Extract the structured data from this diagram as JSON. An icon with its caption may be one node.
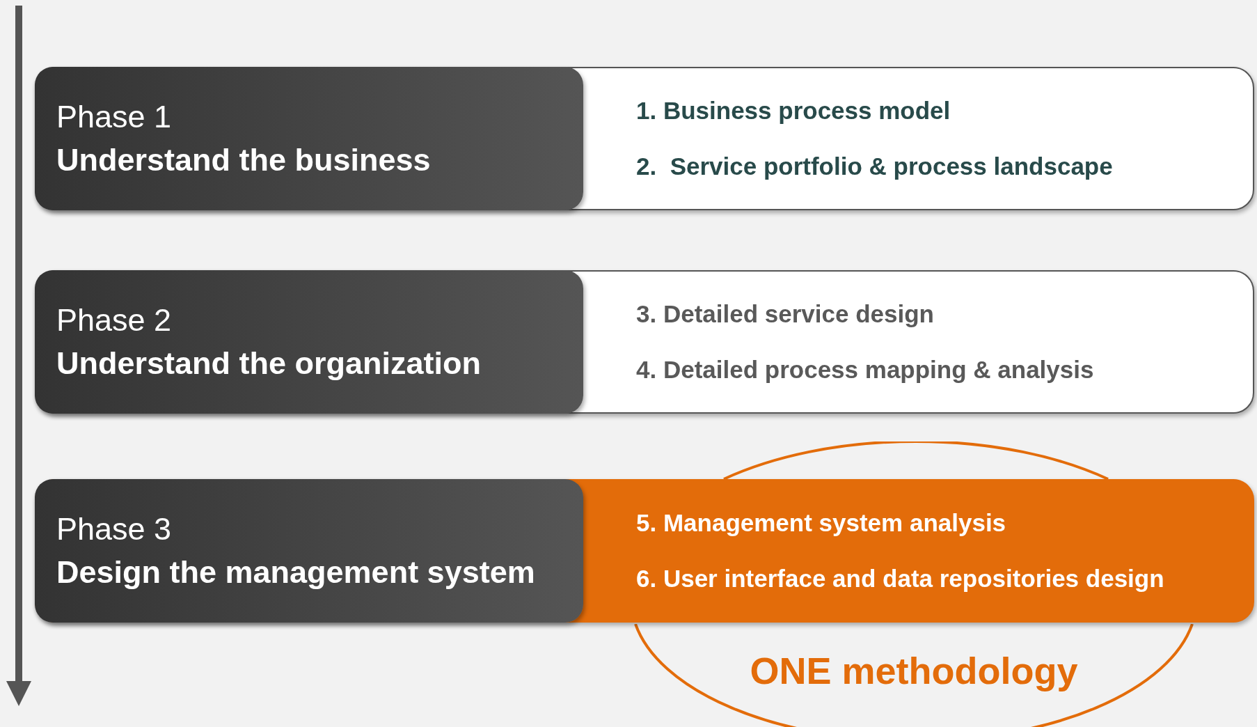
{
  "diagram": {
    "nodes": [
      {
        "text": [
          "1. Business process model",
          "2.  Service portfolio & process landscape"
        ]
      },
      {
        "text": [
          "Phase 1",
          "Understand the business"
        ],
        "in": 0
      },
      {
        "text": [
          "3. Detailed service design",
          "4. Detailed process mapping & analysis"
        ]
      },
      {
        "text": [
          "Phase 2",
          "Understand the organization"
        ],
        "in": 2
      },
      {
        "text": [
          "5. Management system analysis",
          "6. User interface and data repositories design"
        ]
      },
      {
        "text": [
          "Phase 3",
          "Design the management system"
        ],
        "in": 4
      },
      {
        "text": [
          "ONE methodology"
        ]
      }
    ]
  }
}
